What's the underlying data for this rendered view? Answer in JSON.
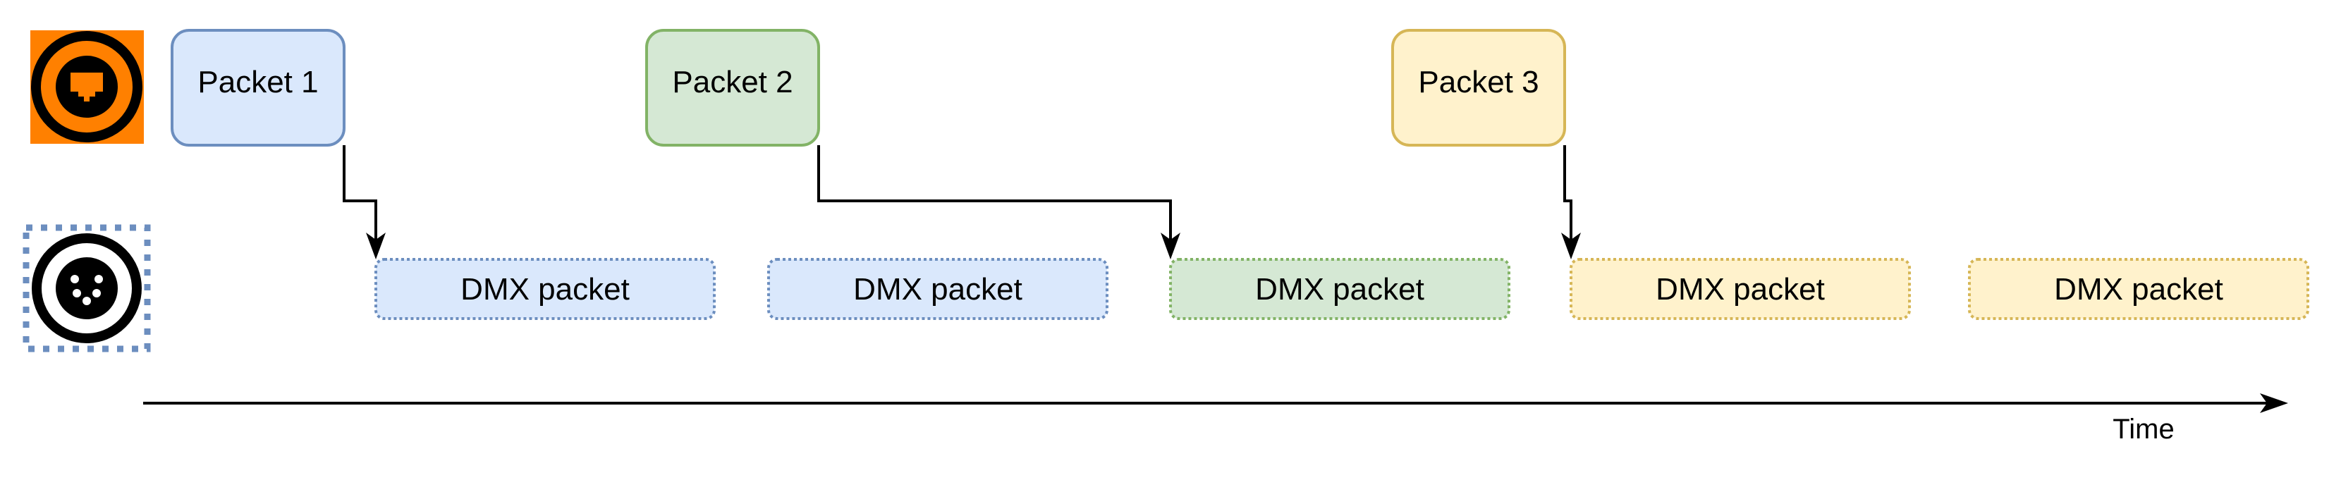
{
  "diagram": {
    "title": "Network packets to DMX packets timing",
    "sources": {
      "network_icon": "ethernet-port-icon",
      "dmx_icon": "dmx-xlr-connector-icon"
    },
    "network_packets": [
      {
        "label": "Packet 1",
        "fill": "#dae8fc",
        "stroke": "#6c8ebf"
      },
      {
        "label": "Packet 2",
        "fill": "#d5e8d4",
        "stroke": "#82b366"
      },
      {
        "label": "Packet 3",
        "fill": "#fff2cc",
        "stroke": "#d6b656"
      }
    ],
    "dmx_packets": [
      {
        "label": "DMX packet",
        "fill": "#dae8fc",
        "stroke": "#6c8ebf"
      },
      {
        "label": "DMX packet",
        "fill": "#dae8fc",
        "stroke": "#6c8ebf"
      },
      {
        "label": "DMX packet",
        "fill": "#d5e8d4",
        "stroke": "#82b366"
      },
      {
        "label": "DMX packet",
        "fill": "#fff2cc",
        "stroke": "#d6b656"
      },
      {
        "label": "DMX packet",
        "fill": "#fff2cc",
        "stroke": "#d6b656"
      }
    ],
    "arrows": [
      {
        "from": "Packet 1",
        "to_dmx_index": 0
      },
      {
        "from": "Packet 2",
        "to_dmx_index": 2
      },
      {
        "from": "Packet 3",
        "to_dmx_index": 3
      }
    ],
    "axis": {
      "label": "Time"
    },
    "colors": {
      "ethernet_bg": "#ff8000",
      "icon_black": "#000000",
      "dmx_dashed_border": "#6c8ebf"
    }
  }
}
